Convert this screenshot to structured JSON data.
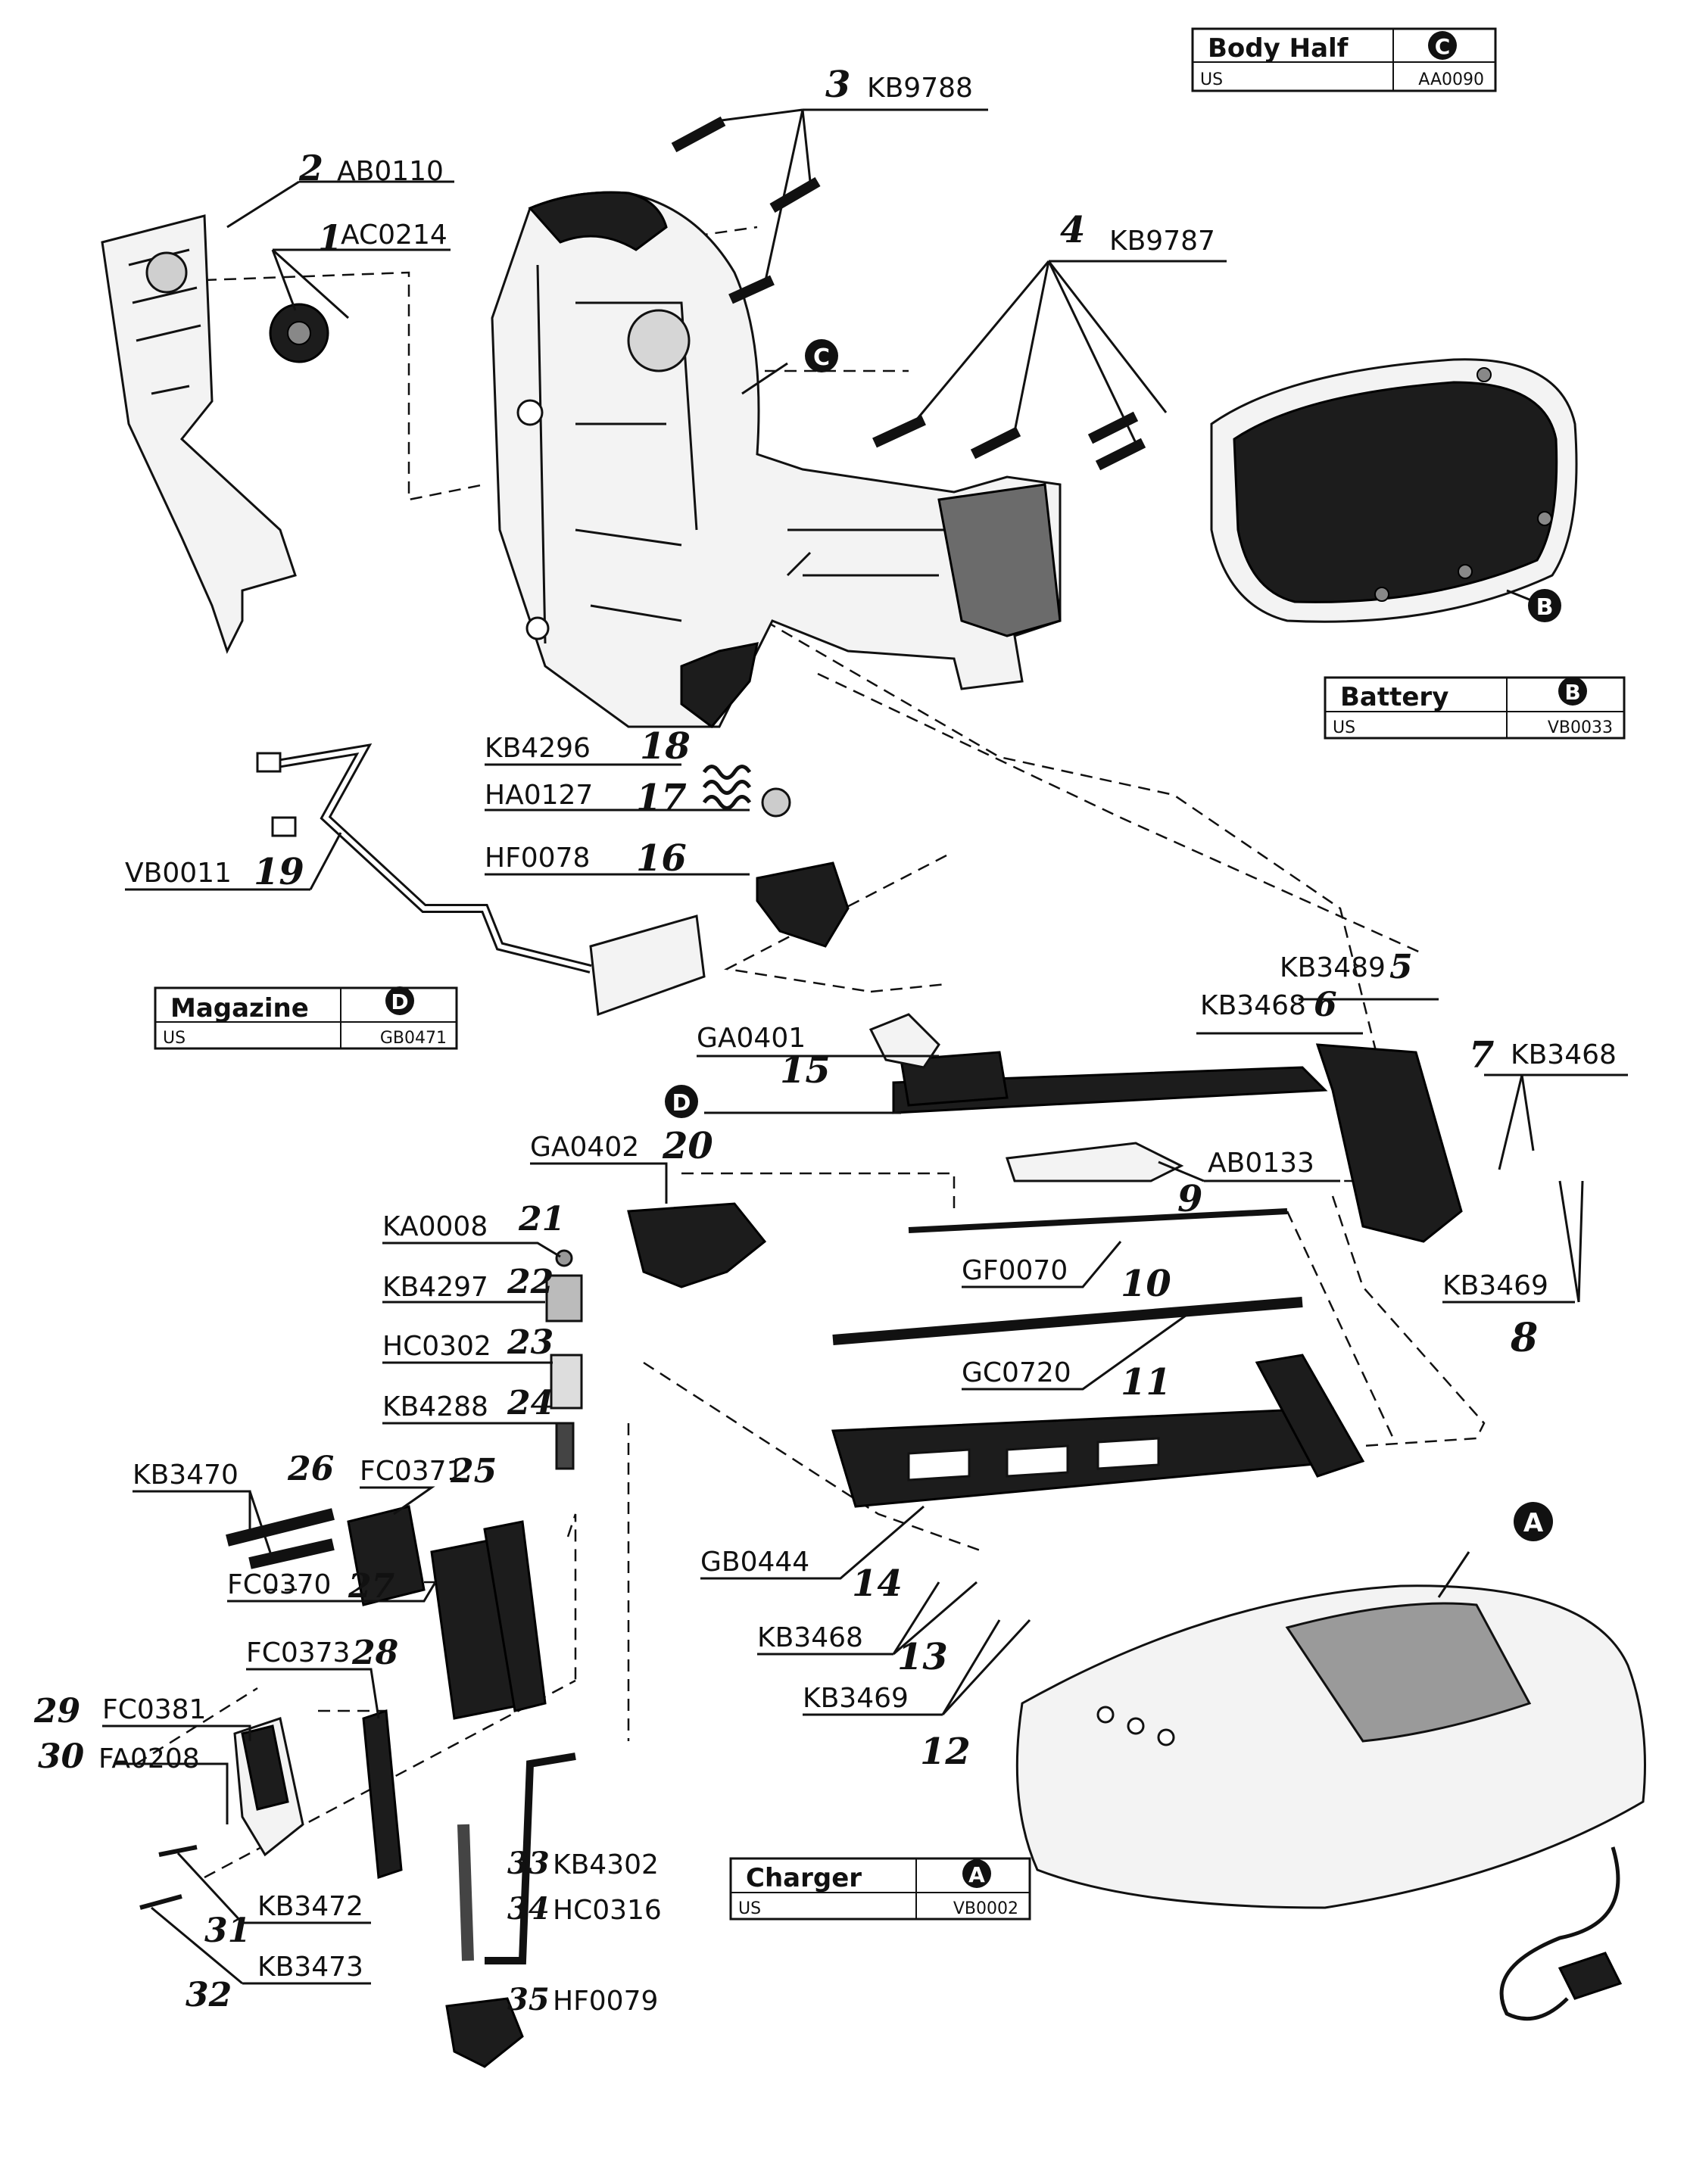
{
  "legend_boxes": [
    {
      "id": "body-half",
      "title": "Body Half",
      "letter": "C",
      "region": "US",
      "part": "AA0090"
    },
    {
      "id": "battery",
      "title": "Battery",
      "letter": "B",
      "region": "US",
      "part": "VB0033"
    },
    {
      "id": "magazine",
      "title": "Magazine",
      "letter": "D",
      "region": "US",
      "part": "GB0471"
    },
    {
      "id": "charger",
      "title": "Charger",
      "letter": "A",
      "region": "US",
      "part": "VB0002"
    }
  ],
  "callout_letters": [
    "C",
    "B",
    "D",
    "A"
  ],
  "parts": [
    {
      "num": "1",
      "code": "AC0214"
    },
    {
      "num": "2",
      "code": "AB0110"
    },
    {
      "num": "3",
      "code": "KB9788"
    },
    {
      "num": "4",
      "code": "KB9787"
    },
    {
      "num": "5",
      "code": "KB3489"
    },
    {
      "num": "6",
      "code": "KB3468"
    },
    {
      "num": "7",
      "code": "KB3468"
    },
    {
      "num": "8",
      "code": "KB3469"
    },
    {
      "num": "9",
      "code": "AB0133"
    },
    {
      "num": "10",
      "code": "GF0070"
    },
    {
      "num": "11",
      "code": "GC0720"
    },
    {
      "num": "12",
      "code": "KB3469"
    },
    {
      "num": "13",
      "code": "KB3468"
    },
    {
      "num": "14",
      "code": "GB0444"
    },
    {
      "num": "15",
      "code": "GA0401"
    },
    {
      "num": "16",
      "code": "HF0078"
    },
    {
      "num": "17",
      "code": "HA0127"
    },
    {
      "num": "18",
      "code": "KB4296"
    },
    {
      "num": "19",
      "code": "VB0011"
    },
    {
      "num": "20",
      "code": "GA0402"
    },
    {
      "num": "21",
      "code": "KA0008"
    },
    {
      "num": "22",
      "code": "KB4297"
    },
    {
      "num": "23",
      "code": "HC0302"
    },
    {
      "num": "24",
      "code": "KB4288"
    },
    {
      "num": "25",
      "code": "FC0371"
    },
    {
      "num": "26",
      "code": "KB3470"
    },
    {
      "num": "27",
      "code": "FC0370"
    },
    {
      "num": "28",
      "code": "FC0373"
    },
    {
      "num": "29",
      "code": "FC0381"
    },
    {
      "num": "30",
      "code": "FA0208"
    },
    {
      "num": "31",
      "code": "KB3472"
    },
    {
      "num": "32",
      "code": "KB3473"
    },
    {
      "num": "33",
      "code": "KB4302"
    },
    {
      "num": "34",
      "code": "HC0316"
    },
    {
      "num": "35",
      "code": "HF0079"
    }
  ]
}
